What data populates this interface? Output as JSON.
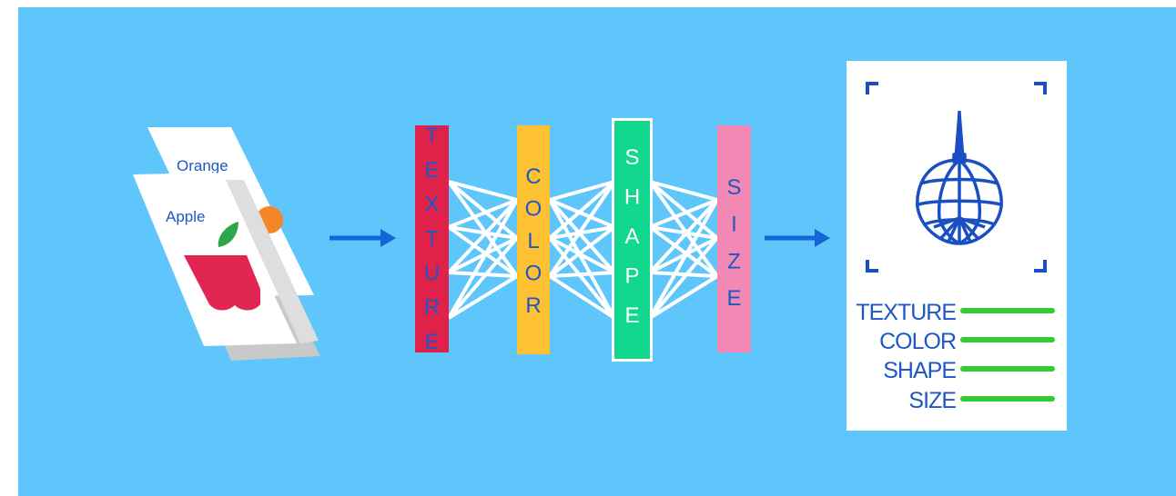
{
  "cards": {
    "back_label": "Orange",
    "front_label": "Apple"
  },
  "layers": [
    {
      "label": "TEXTURE",
      "color": "#e0224a"
    },
    {
      "label": "COLOR",
      "color": "#fdc131"
    },
    {
      "label": "SHAPE",
      "color": "#12d88f"
    },
    {
      "label": "SIZE",
      "color": "#f388b4"
    }
  ],
  "result": {
    "features": [
      "TEXTURE",
      "COLOR",
      "SHAPE",
      "SIZE"
    ],
    "bar_color": "#33cc33"
  },
  "colors": {
    "background": "#5fc6fb",
    "arrow": "#1565d8",
    "label_text": "#1e58c4",
    "ornament": "#1a4fc4",
    "apple_red": "#e22652",
    "leaf_green": "#2fa64a",
    "orange": "#f4862a"
  },
  "icons": [
    "arrow-right-icon",
    "ornament-icon",
    "scan-frame-icon",
    "apple-icon"
  ]
}
